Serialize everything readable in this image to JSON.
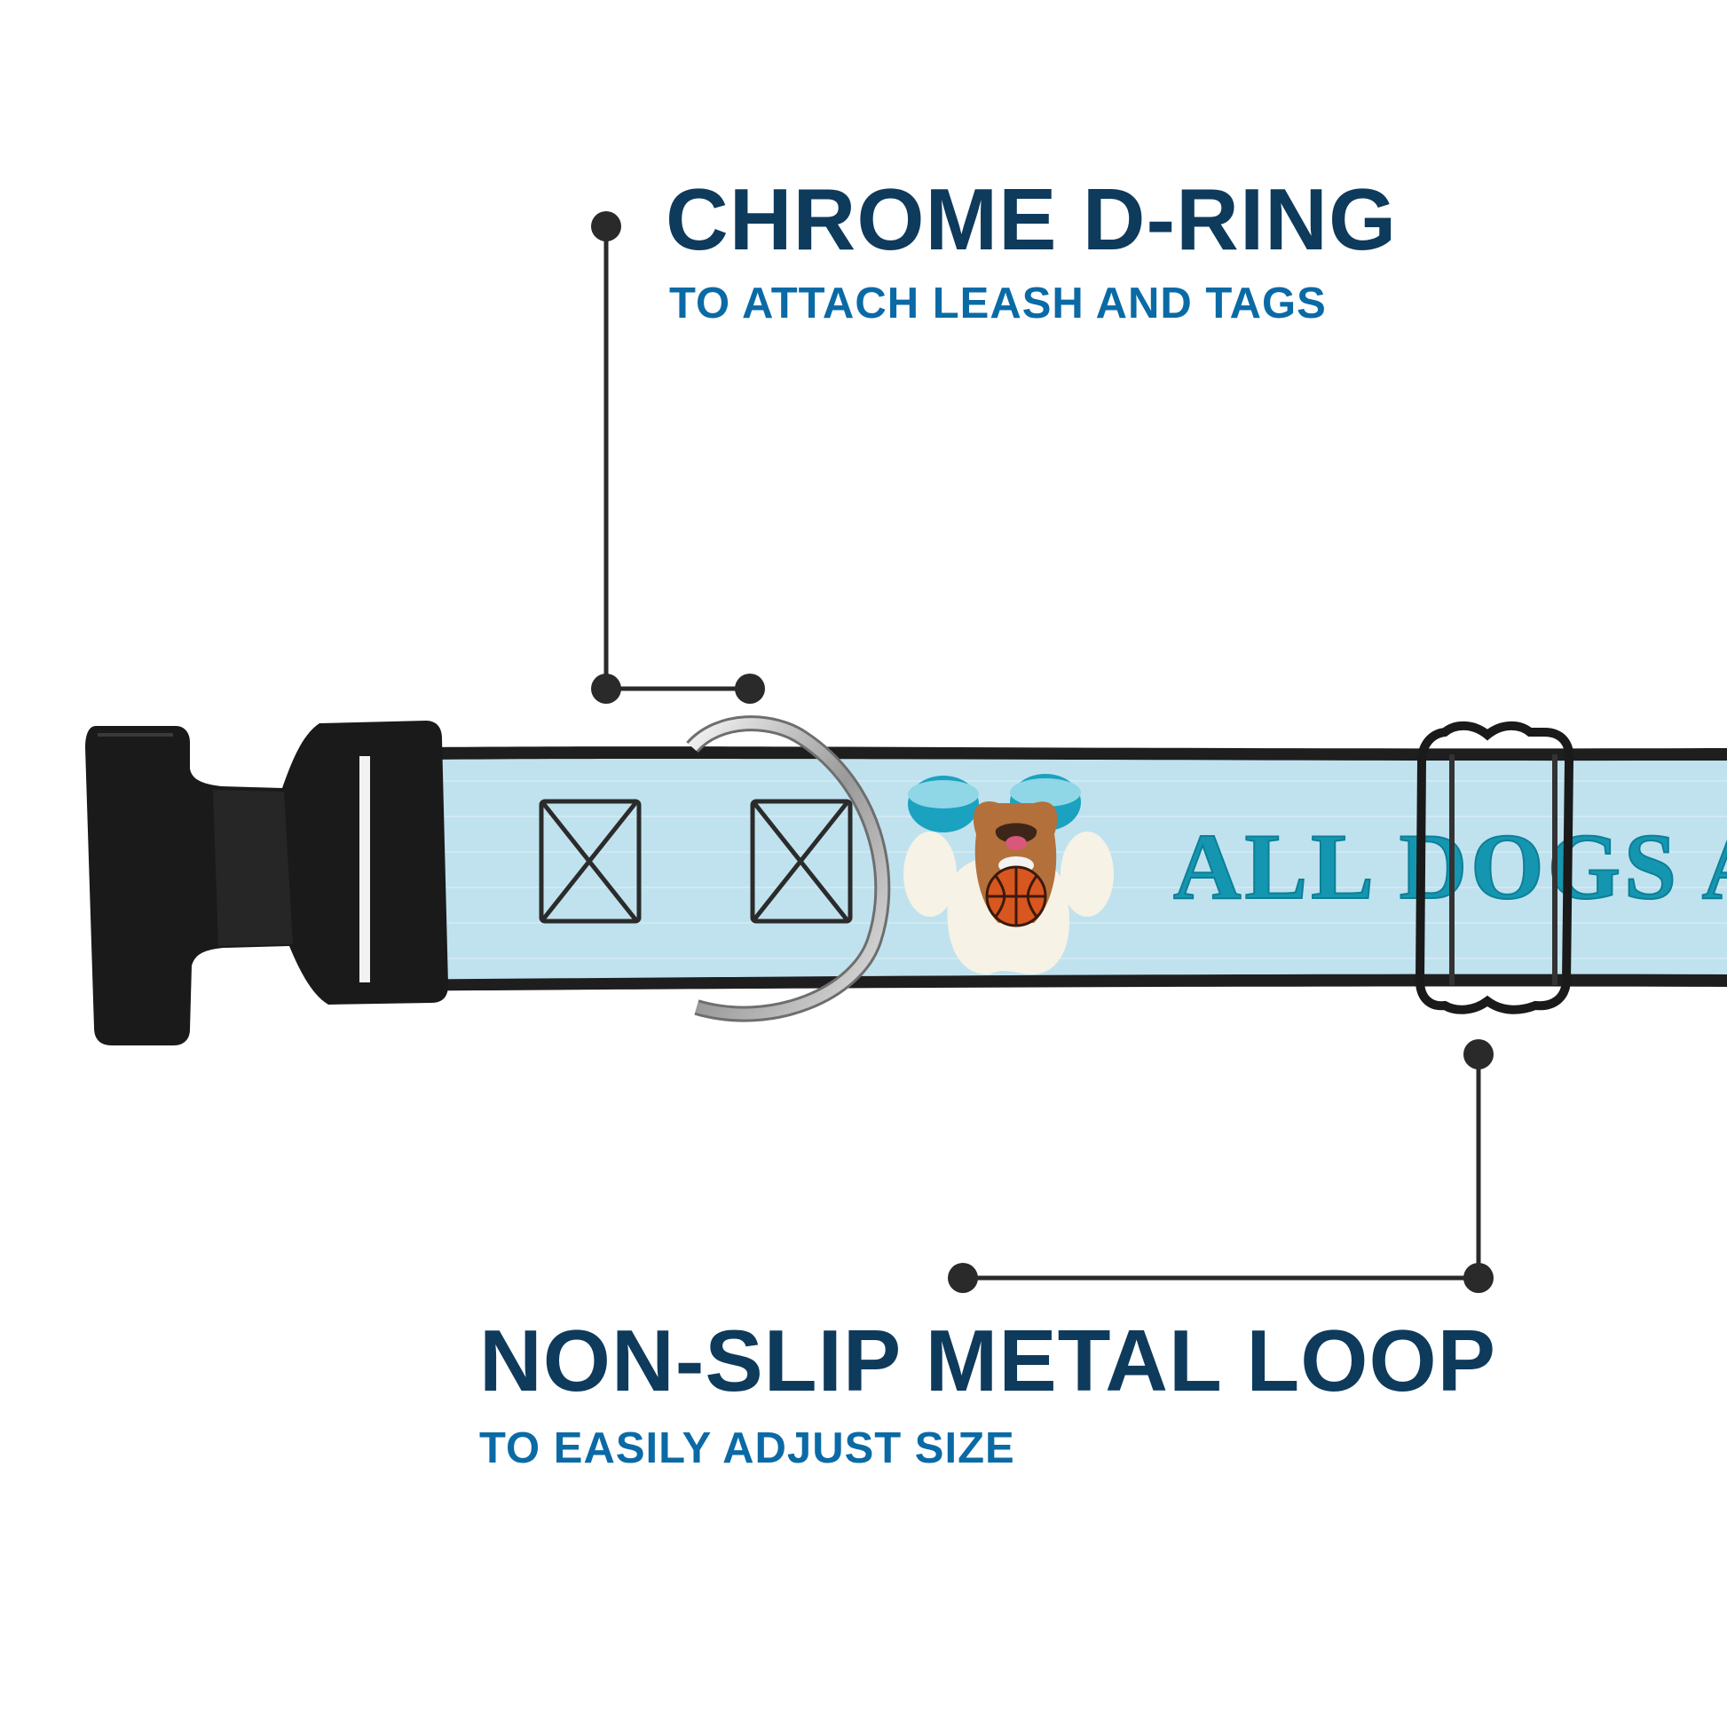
{
  "callouts": {
    "d_ring": {
      "title": "CHROME D-RING",
      "subtitle": "TO ATTACH LEASH AND TAGS"
    },
    "metal_loop": {
      "title": "NON-SLIP METAL LOOP",
      "subtitle": "TO EASILY ADJUST SIZE"
    }
  },
  "collar": {
    "print_text": "ALL DOGS A",
    "webbing_color": "#bfe2ee",
    "print_color": "#1596b0",
    "hardware_color": "#1a1a1a"
  },
  "colors": {
    "title": "#0e3a5c",
    "subtitle": "#0a6aa6",
    "leader": "#2a2a2a"
  },
  "icons": [
    "buckle-icon",
    "d-ring-icon",
    "slider-loop-icon",
    "paw-print-icon",
    "dog-icon",
    "basketball-icon"
  ]
}
